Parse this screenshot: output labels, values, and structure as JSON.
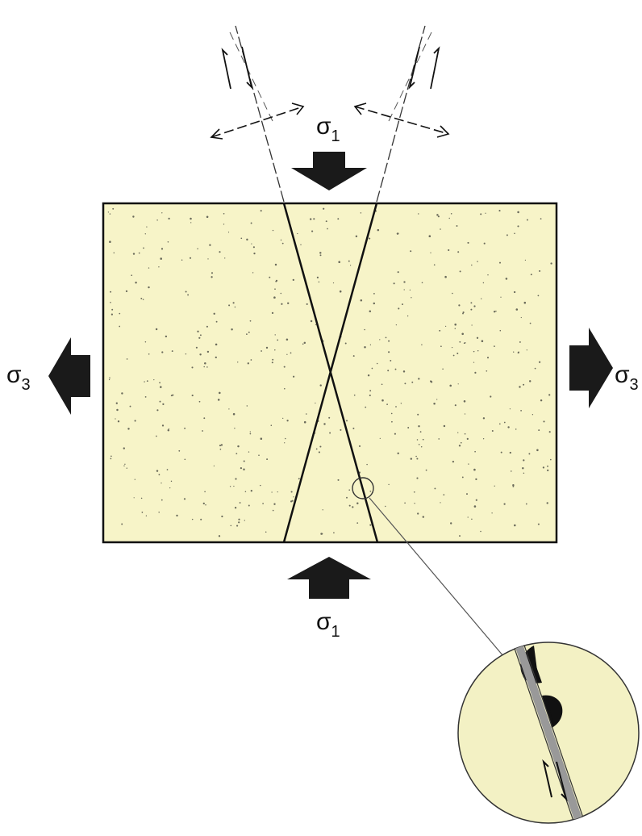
{
  "labels": {
    "sigma1_top": "σ",
    "sigma1_top_sub": "1",
    "sigma1_bottom": "σ",
    "sigma1_bottom_sub": "1",
    "sigma3_left": "σ",
    "sigma3_left_sub": "3",
    "sigma3_right": "σ",
    "sigma3_right_sub": "3"
  },
  "colors": {
    "block_fill": "#f7f4c8",
    "inset_fill": "#f3f1c4",
    "ink": "#111111",
    "fault_gray": "#9a9a9a"
  }
}
